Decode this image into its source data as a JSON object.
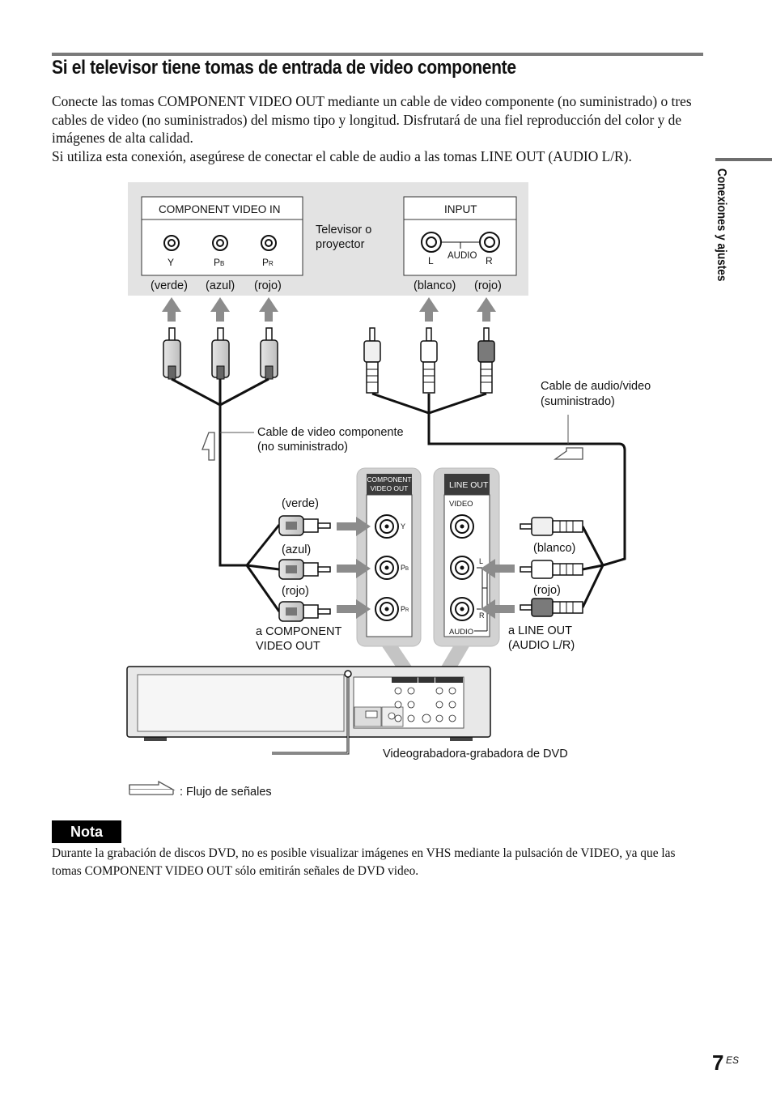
{
  "title": "Si el televisor tiene tomas de entrada de video componente",
  "intro": [
    "Conecte las tomas COMPONENT VIDEO OUT mediante un cable de video componente (no suministrado) o tres cables de video (no suministrados) del mismo tipo y longitud. Disfrutará de una fiel reproducción del color y de imágenes de alta calidad.",
    "Si utiliza esta conexión, asegúrese de conectar el cable de audio a las tomas LINE OUT (AUDIO L/R)."
  ],
  "side_label": "Conexiones y ajustes",
  "diagram": {
    "tv_component_label": "COMPONENT VIDEO IN",
    "tv_y": "Y",
    "tv_pb_main": "P",
    "tv_pb_sub": "B",
    "tv_pr_main": "P",
    "tv_pr_sub": "R",
    "tv_input_label": "INPUT",
    "tv_audio_l": "L",
    "tv_audio_word": "AUDIO",
    "tv_audio_r": "R",
    "tv_name_line1": "Televisor o",
    "tv_name_line2": "proyector",
    "top_verde": "(verde)",
    "top_azul": "(azul)",
    "top_rojo": "(rojo)",
    "top_blanco": "(blanco)",
    "top_rojo2": "(rojo)",
    "av_cable_line1": "Cable de audio/video",
    "av_cable_line2": "(suministrado)",
    "comp_cable_line1": "Cable de video componente",
    "comp_cable_line2": "(no suministrado)",
    "recorder_comp_line1": "COMPONENT",
    "recorder_comp_line2": "VIDEO OUT",
    "recorder_y": "Y",
    "recorder_pb_main": "P",
    "recorder_pb_sub": "B",
    "recorder_pr_main": "P",
    "recorder_pr_sub": "R",
    "recorder_line_out": "LINE OUT",
    "recorder_video": "VIDEO",
    "recorder_l": "L",
    "recorder_r": "R",
    "recorder_audio": "AUDIO",
    "left_verde": "(verde)",
    "left_azul": "(azul)",
    "left_rojo": "(rojo)",
    "right_blanco": "(blanco)",
    "right_rojo": "(rojo)",
    "to_comp_line1": "a COMPONENT",
    "to_comp_line2": "VIDEO OUT",
    "to_line_line1": "a LINE OUT",
    "to_line_line2": "(AUDIO L/R)",
    "device_name": "Videograbadora-grabadora de DVD",
    "legend_text": ": Flujo de señales"
  },
  "nota_label": "Nota",
  "nota_text": "Durante la grabación de discos DVD, no es posible visualizar imágenes en VHS mediante la pulsación de VIDEO, ya que las tomas COMPONENT VIDEO OUT sólo emitirán señales de DVD video.",
  "page_number": "7",
  "page_suffix": "ES"
}
